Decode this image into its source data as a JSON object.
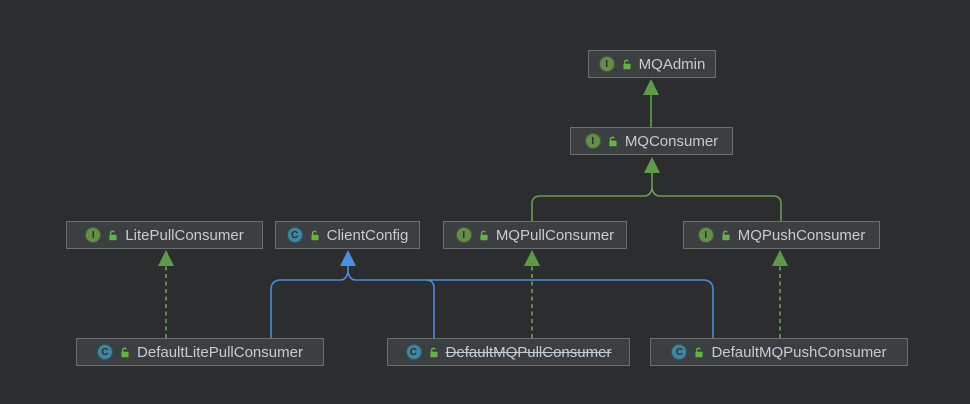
{
  "diagram": {
    "type": "uml-class-diagram",
    "background_color": "#2b2d2e",
    "node_fill": "#3c3f41",
    "node_border": "#6b6f72",
    "label_color": "#c3cdd5",
    "interface_icon_color": "#639048",
    "class_icon_color": "#3f87a1",
    "extends_arrow_color": "#699e53",
    "implements_arrow_color": "#6f9e58",
    "class_inherit_arrow_color": "#4a8ddb",
    "interface_icon_letter": "I",
    "class_icon_letter": "C"
  },
  "nodes": [
    {
      "id": "MQAdmin",
      "label": "MQAdmin",
      "kind": "interface",
      "deprecated": false
    },
    {
      "id": "MQConsumer",
      "label": "MQConsumer",
      "kind": "interface",
      "deprecated": false
    },
    {
      "id": "LitePullConsumer",
      "label": "LitePullConsumer",
      "kind": "interface",
      "deprecated": false
    },
    {
      "id": "ClientConfig",
      "label": "ClientConfig",
      "kind": "class",
      "deprecated": false
    },
    {
      "id": "MQPullConsumer",
      "label": "MQPullConsumer",
      "kind": "interface",
      "deprecated": false
    },
    {
      "id": "MQPushConsumer",
      "label": "MQPushConsumer",
      "kind": "interface",
      "deprecated": false
    },
    {
      "id": "DefaultLitePullConsumer",
      "label": "DefaultLitePullConsumer",
      "kind": "class",
      "deprecated": false
    },
    {
      "id": "DefaultMQPullConsumer",
      "label": "DefaultMQPullConsumer",
      "kind": "class",
      "deprecated": true
    },
    {
      "id": "DefaultMQPushConsumer",
      "label": "DefaultMQPushConsumer",
      "kind": "class",
      "deprecated": false
    }
  ],
  "edges": [
    {
      "from": "MQConsumer",
      "to": "MQAdmin",
      "type": "extends",
      "style": "green-solid"
    },
    {
      "from": "MQPullConsumer",
      "to": "MQConsumer",
      "type": "extends",
      "style": "green-solid"
    },
    {
      "from": "MQPushConsumer",
      "to": "MQConsumer",
      "type": "extends",
      "style": "green-solid"
    },
    {
      "from": "DefaultLitePullConsumer",
      "to": "LitePullConsumer",
      "type": "implements",
      "style": "green-dashed"
    },
    {
      "from": "DefaultMQPullConsumer",
      "to": "MQPullConsumer",
      "type": "implements",
      "style": "green-dashed"
    },
    {
      "from": "DefaultMQPushConsumer",
      "to": "MQPushConsumer",
      "type": "implements",
      "style": "green-dashed"
    },
    {
      "from": "DefaultLitePullConsumer",
      "to": "ClientConfig",
      "type": "extends",
      "style": "blue-solid"
    },
    {
      "from": "DefaultMQPullConsumer",
      "to": "ClientConfig",
      "type": "extends",
      "style": "blue-solid"
    },
    {
      "from": "DefaultMQPushConsumer",
      "to": "ClientConfig",
      "type": "extends",
      "style": "blue-solid"
    }
  ]
}
